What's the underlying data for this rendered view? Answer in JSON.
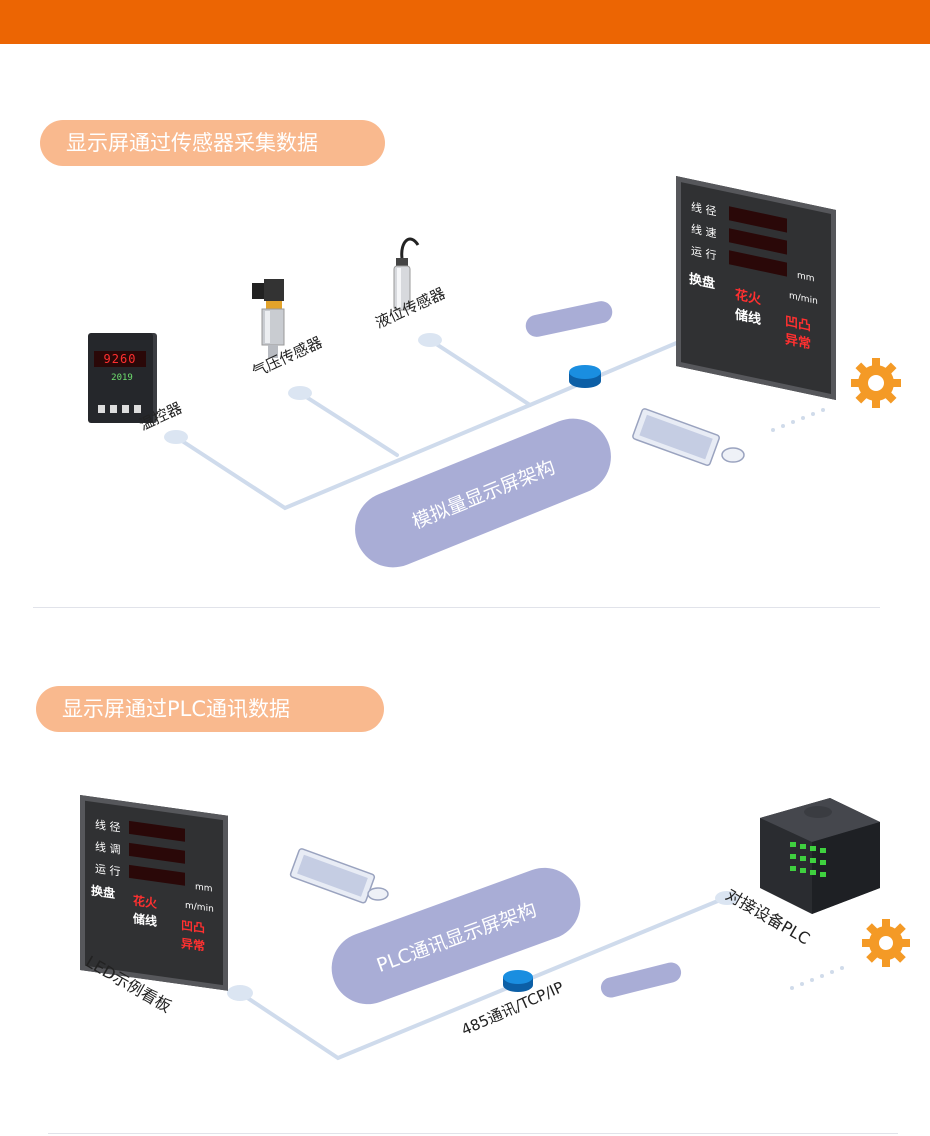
{
  "section1": {
    "heading": "显示屏通过传感器采集数据",
    "arch_label": "模拟量显示屏架构",
    "sensors": [
      {
        "label": "温控器",
        "icon": "temperature-controller-icon"
      },
      {
        "label": "气压传感器",
        "icon": "pressure-sensor-icon"
      },
      {
        "label": "液位传感器",
        "icon": "level-sensor-icon"
      }
    ],
    "controller_readout": {
      "top": "9260",
      "bottom": "2019"
    },
    "board": {
      "row1": [
        "线",
        "径"
      ],
      "row2": [
        "线",
        "速"
      ],
      "row3": [
        "运",
        "行"
      ],
      "row4": [
        "换盘",
        "花火",
        "凹凸"
      ],
      "row5": [
        "储线",
        "异常"
      ],
      "unit1": "mm",
      "unit2": "m/min"
    }
  },
  "section2": {
    "heading": "显示屏通过PLC通讯数据",
    "arch_label": "PLC通讯显示屏架构",
    "board_label": "LED示例看板",
    "plc_label": "对接设备PLC",
    "link_label": "485通讯/TCP/IP",
    "board": {
      "row1": [
        "线",
        "径"
      ],
      "row2": [
        "线",
        "调"
      ],
      "row3": [
        "运",
        "行"
      ],
      "row4": [
        "换盘",
        "花火",
        "凹凸"
      ],
      "row5": [
        "储线",
        "异常"
      ],
      "unit1": "mm",
      "unit2": "m/min"
    }
  },
  "colors": {
    "accent": "#ec6503",
    "pill": "#f9b98e",
    "arch": "#a9add6",
    "line": "#cfdbec",
    "hub": "#1a7fd0",
    "gear": "#f49a26"
  }
}
